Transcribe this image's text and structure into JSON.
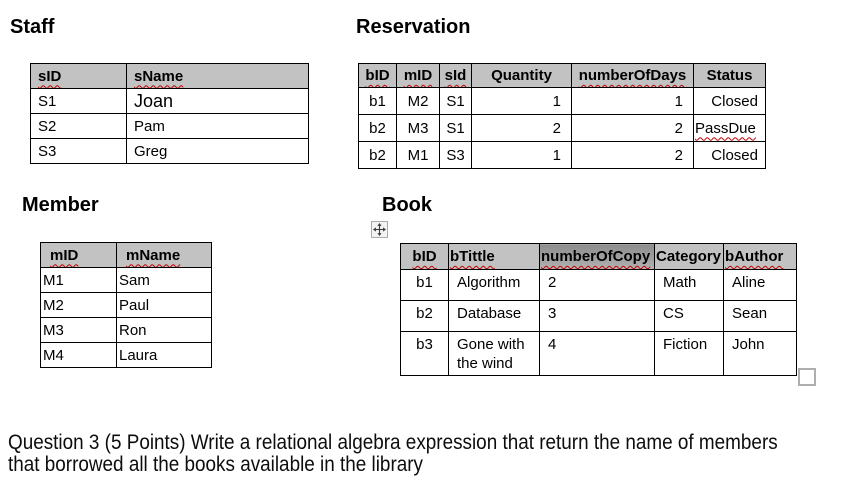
{
  "colors": {
    "header_bg": "#c2c2c2",
    "header_bg_dark": "#8d8d8d",
    "squiggle": "#c00000",
    "border": "#000000",
    "background": "#ffffff"
  },
  "icons": {
    "move_handle": "table-move-handle-icon",
    "resize_handle": "table-resize-handle-icon"
  },
  "tables": {
    "staff": {
      "heading": "Staff",
      "columns": [
        {
          "label": "sID",
          "squiggle": true
        },
        {
          "label": "sName",
          "squiggle": true
        }
      ],
      "rows": [
        [
          {
            "text": "S1"
          },
          {
            "text": "Joan",
            "style": "alt"
          }
        ],
        [
          {
            "text": "S2"
          },
          {
            "text": "Pam"
          }
        ],
        [
          {
            "text": "S3"
          },
          {
            "text": "Greg"
          }
        ]
      ]
    },
    "reservation": {
      "heading": "Reservation",
      "columns": [
        {
          "label": "bID",
          "squiggle": true
        },
        {
          "label": "mID",
          "squiggle": true
        },
        {
          "label": "sId",
          "squiggle": true
        },
        {
          "label": "Quantity"
        },
        {
          "label": "numberOfDays",
          "squiggle": true
        },
        {
          "label": "Status"
        }
      ],
      "rows": [
        [
          {
            "text": "b1"
          },
          {
            "text": "M2"
          },
          {
            "text": "S1"
          },
          {
            "text": "1"
          },
          {
            "text": "1"
          },
          {
            "text": "Closed"
          }
        ],
        [
          {
            "text": "b2"
          },
          {
            "text": "M3"
          },
          {
            "text": "S1"
          },
          {
            "text": "2"
          },
          {
            "text": "2"
          },
          {
            "text": "PassDue",
            "squiggle": true
          }
        ],
        [
          {
            "text": "b2"
          },
          {
            "text": "M1"
          },
          {
            "text": "S3"
          },
          {
            "text": "1"
          },
          {
            "text": "2"
          },
          {
            "text": "Closed"
          }
        ]
      ]
    },
    "member": {
      "heading": "Member",
      "columns": [
        {
          "label": "mID",
          "squiggle": true
        },
        {
          "label": "mName",
          "squiggle": true
        }
      ],
      "rows": [
        [
          {
            "text": "M1"
          },
          {
            "text": "Sam"
          }
        ],
        [
          {
            "text": "M2"
          },
          {
            "text": "Paul"
          }
        ],
        [
          {
            "text": "M3"
          },
          {
            "text": "Ron"
          }
        ],
        [
          {
            "text": "M4"
          },
          {
            "text": "Laura"
          }
        ]
      ]
    },
    "book": {
      "heading": "Book",
      "columns": [
        {
          "label": "bID",
          "squiggle": true
        },
        {
          "label": "bTittle",
          "squiggle": true
        },
        {
          "label": "numberOfCopy",
          "squiggle": true,
          "dark": true
        },
        {
          "label": "Category"
        },
        {
          "label": "bAuthor",
          "squiggle": true
        }
      ],
      "rows": [
        [
          {
            "text": "b1"
          },
          {
            "text": "Algorithm"
          },
          {
            "text": "2"
          },
          {
            "text": "Math"
          },
          {
            "text": "Aline"
          }
        ],
        [
          {
            "text": "b2"
          },
          {
            "text": "Database"
          },
          {
            "text": "3"
          },
          {
            "text": "CS"
          },
          {
            "text": "Sean"
          }
        ],
        [
          {
            "text": "b3"
          },
          {
            "text": "Gone with the wind"
          },
          {
            "text": "4"
          },
          {
            "text": "Fiction"
          },
          {
            "text": "John"
          }
        ]
      ]
    }
  },
  "question": {
    "line1": "Question 3 (5 Points) Write a relational algebra expression that return the name of members",
    "line2": "that borrowed all the books available in the library"
  }
}
